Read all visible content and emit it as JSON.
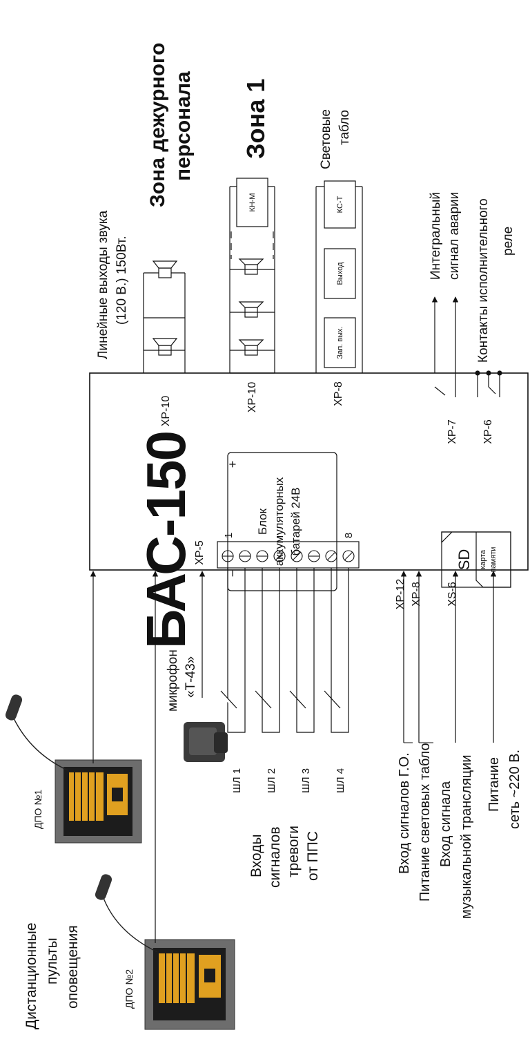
{
  "device": {
    "name": "БАС-150"
  },
  "battery": {
    "line1": "Блок",
    "line2": "аккумуляторных",
    "line3": "батарей 24В",
    "plus": "+",
    "minus": "−"
  },
  "sd": {
    "label": "SD",
    "sub1": "карта",
    "sub2": "памяти"
  },
  "outputs": {
    "audio_title_1": "Линейные выходы звука",
    "audio_title_2": "(120 В.) 150Вт.",
    "zone_staff_1": "Зона дежурного",
    "zone_staff_2": "персонала",
    "zone1": "Зона 1",
    "light_1": "Световые",
    "light_2": "табло",
    "alarm_1": "Интегральный",
    "alarm_2": "сигнал аварии",
    "relay_1": "Контакты исполнительного",
    "relay_2": "реле",
    "boxes": {
      "knm": "КН-М",
      "kst": "КС-Т",
      "exit": "Выход",
      "spare_exit": "Зап. вых."
    }
  },
  "connectors": {
    "xp10a": "XP-10",
    "xp10b": "XP-10",
    "xp8top": "XP-8",
    "xp7": "XP-7",
    "xp6": "XP-6",
    "xp5": "XP-5",
    "xp12": "XP-12",
    "xp8": "XP-8",
    "xs6": "XS-6",
    "pin1": "1",
    "pin8": "8"
  },
  "inputs": {
    "dpo_title_1": "Дистанционные",
    "dpo_title_2": "пульты",
    "dpo_title_3": "оповещения",
    "dpo1": "ДПО №1",
    "dpo2": "ДПО №2",
    "mic_1": "микрофон",
    "mic_2": "«Т-43»",
    "alarm_in_1": "Входы",
    "alarm_in_2": "сигналов",
    "alarm_in_3": "тревоги",
    "alarm_in_4": "от ППС",
    "loops": [
      "ШЛ 1",
      "ШЛ 2",
      "ШЛ 3",
      "ШЛ 4"
    ],
    "go": "Вход сигналов Г.О.",
    "light_power": "Питание световых табло",
    "music_1": "Вход сигнала",
    "music_2": "музыкальной трансляции",
    "power_1": "Питание",
    "power_2": "сеть ~220 В."
  }
}
